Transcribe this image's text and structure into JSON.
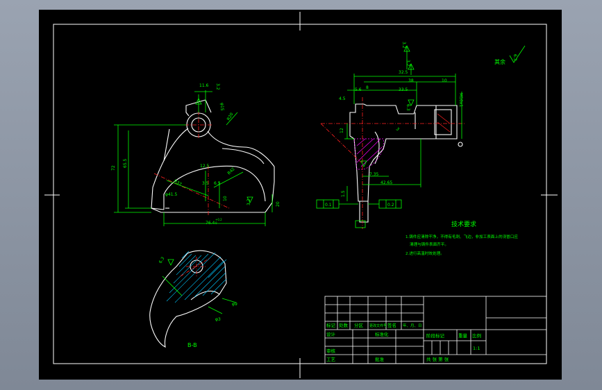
{
  "drawing": {
    "background_color": "#000000",
    "frame_color": "#ffffff",
    "part_color": "#ffffff",
    "dim_color": "#00ff00",
    "center_color": "#ff2020",
    "hatch_color": "#00c8ff",
    "section_color": "#ff00ff"
  },
  "front_view": {
    "dims": {
      "d1": "11.6",
      "d2": "3.2",
      "d3": "φ15",
      "d4": "R20",
      "d5": "72",
      "d6": "65.5",
      "d7": "12.5",
      "d8": "R42",
      "d9": "R37",
      "d10": "φ41.5",
      "d11": "3.5",
      "d12": "6.5",
      "d13": "10",
      "d14": "3.2",
      "d15": "20",
      "d16": "76.4"
    },
    "tol_sup": "+0.2",
    "tol_sub": "0"
  },
  "side_view": {
    "dims": {
      "d1": "3.2",
      "d2": "3.2",
      "d3": "32.5",
      "d4": "38",
      "d5": "10",
      "d6": "5.6",
      "d7": "8",
      "d8": "33.5",
      "d9": "4.5",
      "d10": "6.3",
      "d11": "M10x1",
      "d12": "12",
      "d13": "3",
      "d14": "7.35",
      "d15": "42.65",
      "d16": "1.5",
      "d17": "0.1",
      "d18": "0.2"
    }
  },
  "section_view": {
    "label": "B-B",
    "dims": {
      "d1": "6.3",
      "d2": "φ9",
      "d3": "φ3"
    }
  },
  "rest_roughness": {
    "label": "其余",
    "value": "6.3"
  },
  "tech_requirements": {
    "title": "技术要求",
    "lines": [
      "1.铸件应清除干净，不得有毛刺、飞边，非加工表面上的浇冒口应",
      "清理与铸件表面齐平。",
      "2.进行高温时效处理。"
    ]
  },
  "title_block": {
    "header_cells": [
      "标记",
      "处数",
      "分区",
      "更改文件号",
      "签名",
      "年、月、日"
    ],
    "design": "设计",
    "standardize": "标准化",
    "review": "审核",
    "process": "工艺",
    "approve": "批准",
    "stage_mark": "阶段标记",
    "weight": "重量",
    "scale": "比例",
    "scale_value": "1:1",
    "sheets": "共 张 第 张"
  }
}
